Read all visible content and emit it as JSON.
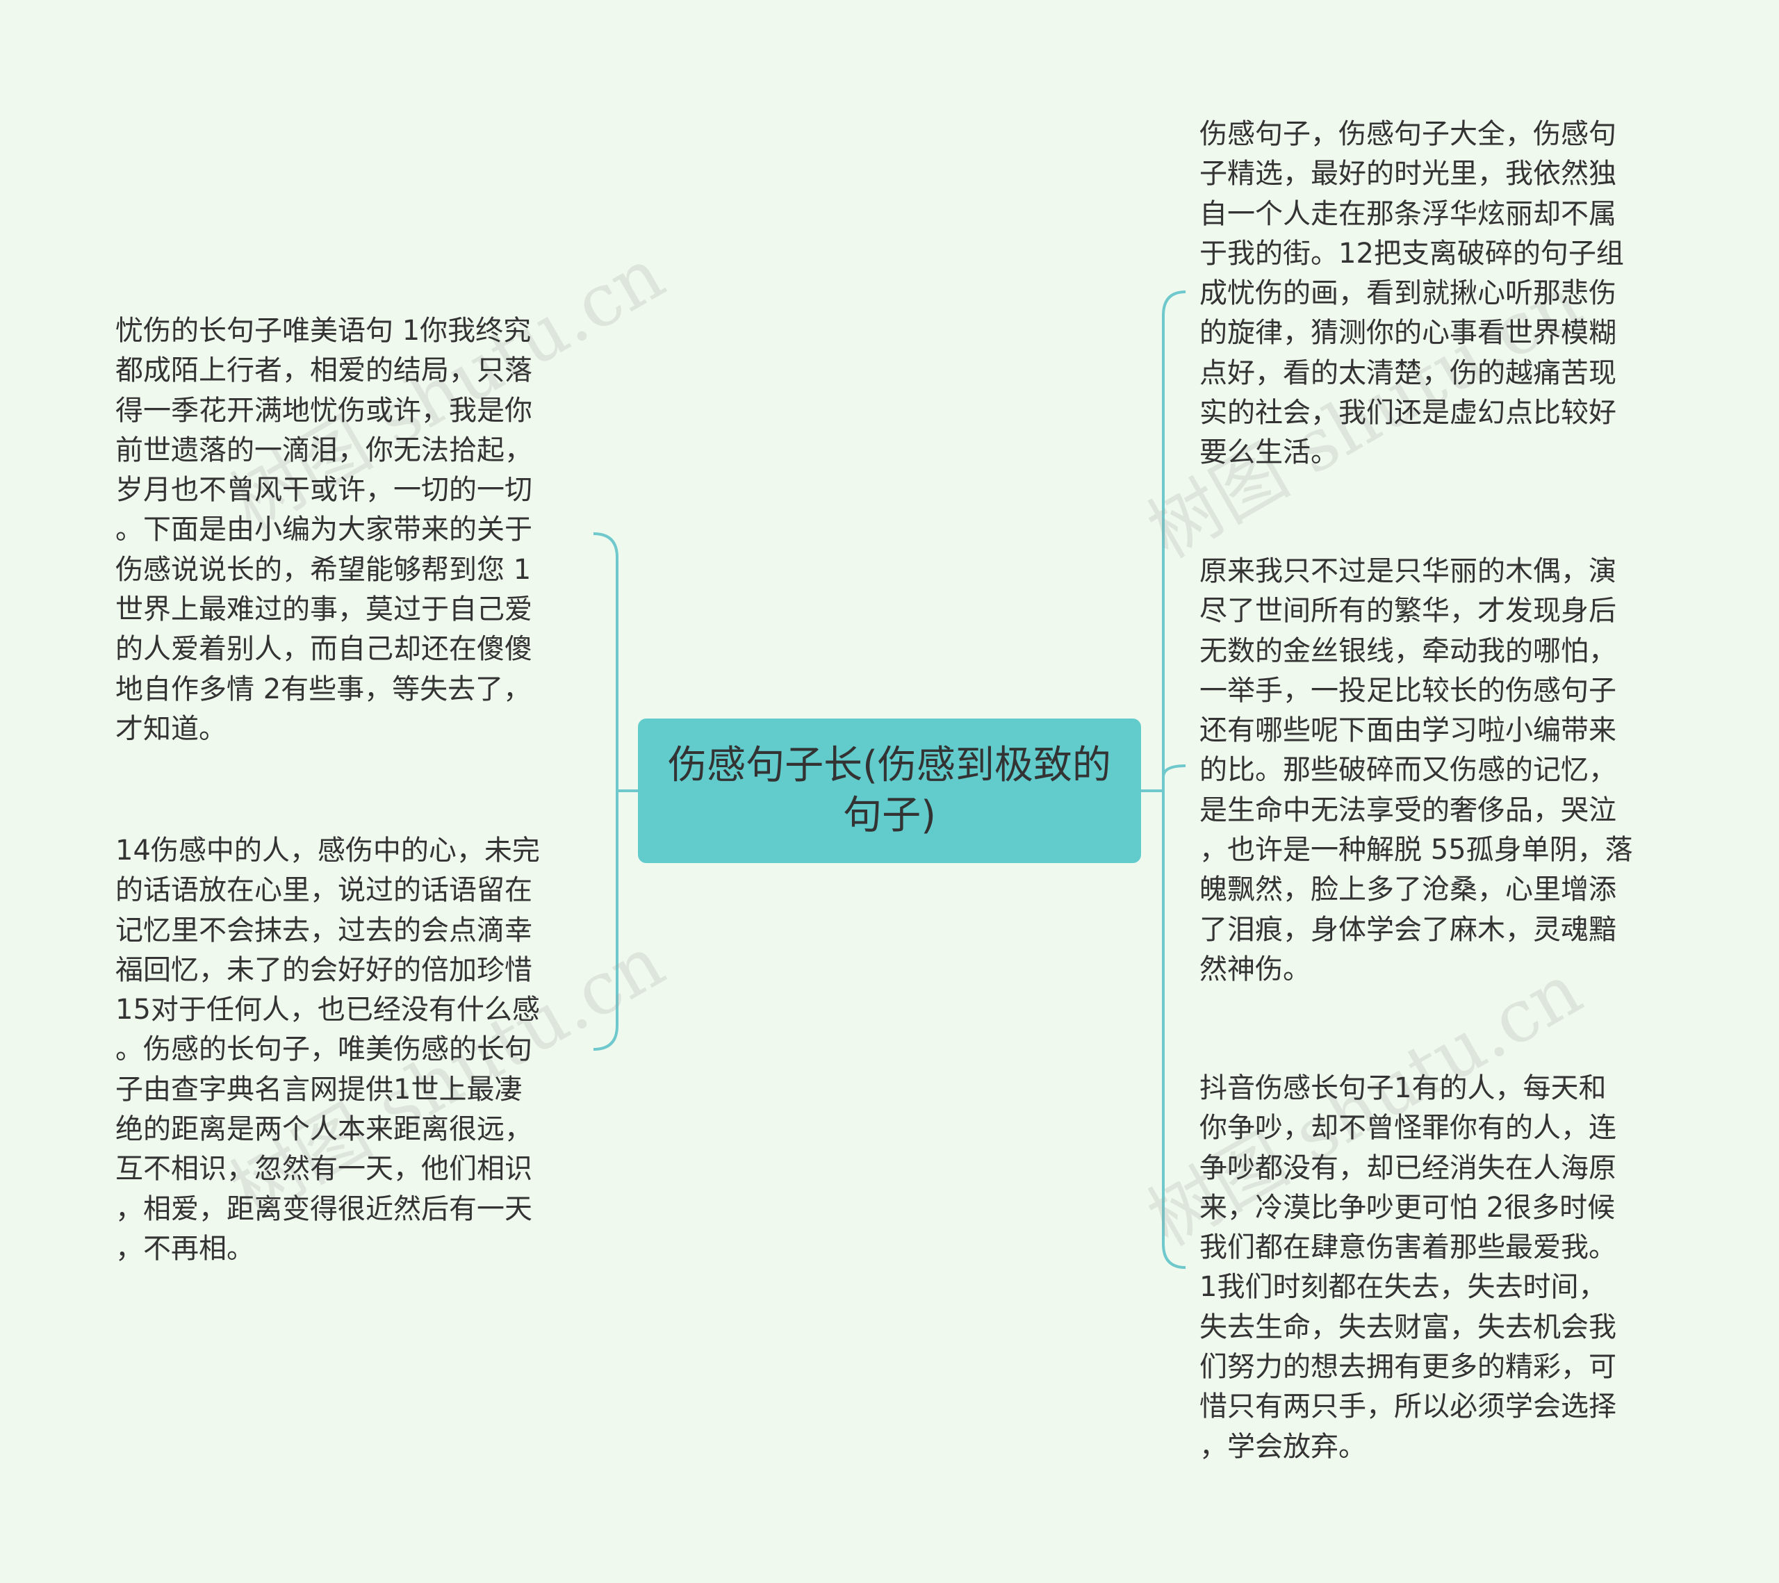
{
  "colors": {
    "background": "#f0f9ee",
    "central_fill": "#62cbcb",
    "connector": "#6ec8cc",
    "text": "#333333"
  },
  "central": {
    "text": "伤感句子长(伤感到极致的句子)"
  },
  "left_branches": [
    {
      "text": "忧伤的长句子唯美语句 1你我终究\n都成陌上行者，相爱的结局，只落\n得一季花开满地忧伤或许，我是你\n前世遗落的一滴泪，你无法拾起，\n岁月也不曾风干或许，一切的一切\n。下面是由小编为大家带来的关于\n伤感说说长的，希望能够帮到您 1\n世界上最难过的事，莫过于自己爱\n的人爱着别人，而自己却还在傻傻\n地自作多情 2有些事，等失去了，\n才知道。"
    },
    {
      "text": "14伤感中的人，感伤中的心，未完\n的话语放在心里，说过的话语留在\n记忆里不会抹去，过去的会点滴幸\n福回忆，未了的会好好的倍加珍惜\n15对于任何人，也已经没有什么感\n。伤感的长句子，唯美伤感的长句\n子由查字典名言网提供1世上最凄\n绝的距离是两个人本来距离很远，\n互不相识，忽然有一天，他们相识\n，相爱，距离变得很近然后有一天\n，不再相。"
    }
  ],
  "right_branches": [
    {
      "text": "伤感句子，伤感句子大全，伤感句\n子精选，最好的时光里，我依然独\n自一个人走在那条浮华炫丽却不属\n于我的街。12把支离破碎的句子组\n成忧伤的画，看到就揪心听那悲伤\n的旋律，猜测你的心事看世界模糊\n点好，看的太清楚，伤的越痛苦现\n实的社会，我们还是虚幻点比较好\n要么生活。"
    },
    {
      "text": "原来我只不过是只华丽的木偶，演\n尽了世间所有的繁华，才发现身后\n无数的金丝银线，牵动我的哪怕，\n一举手，一投足比较长的伤感句子\n还有哪些呢下面由学习啦小编带来\n的比。那些破碎而又伤感的记忆，\n是生命中无法享受的奢侈品，哭泣\n，也许是一种解脱 55孤身单阴，落\n魄飘然，脸上多了沧桑，心里增添\n了泪痕，身体学会了麻木，灵魂黯\n然神伤。"
    },
    {
      "text": "抖音伤感长句子1有的人，每天和\n你争吵，却不曾怪罪你有的人，连\n争吵都没有，却已经消失在人海原\n来，冷漠比争吵更可怕 2很多时候\n我们都在肆意伤害着那些最爱我。\n1我们时刻都在失去，失去时间，\n失去生命，失去财富，失去机会我\n们努力的想去拥有更多的精彩，可\n惜只有两只手，所以必须学会选择\n，学会放弃。"
    }
  ],
  "watermarks": [
    "树图 shutu.cn",
    "树图 shutu.cn",
    "树图 shutu.cn",
    "树图 shutu.cn"
  ]
}
